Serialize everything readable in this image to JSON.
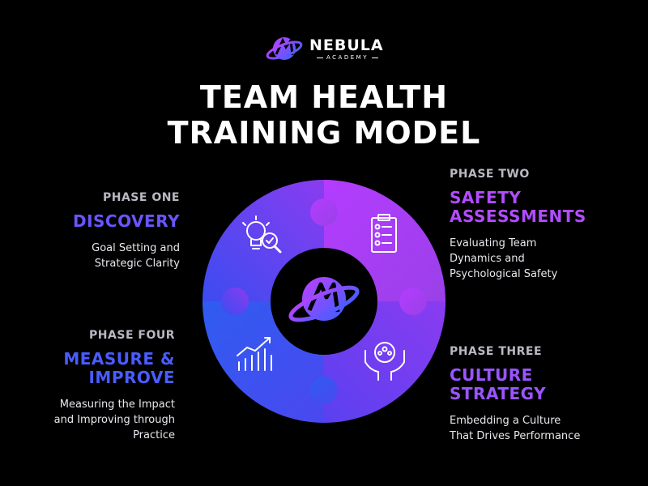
{
  "logo": {
    "name": "NEBULA",
    "sub": "ACADEMY"
  },
  "title": {
    "line1": "TEAM HEALTH",
    "line2": "TRAINING MODEL"
  },
  "phases": [
    {
      "label": "PHASE ONE",
      "name": [
        "DISCOVERY"
      ],
      "desc": [
        "Goal Setting and",
        "Strategic Clarity"
      ],
      "color": "#6b4cff",
      "icon": "brain-search-icon"
    },
    {
      "label": "PHASE TWO",
      "name": [
        "SAFETY",
        "ASSESSMENTS"
      ],
      "desc": [
        "Evaluating Team",
        "Dynamics and",
        "Psychological Safety"
      ],
      "color": "#b84cff",
      "icon": "clipboard-checklist-icon"
    },
    {
      "label": "PHASE THREE",
      "name": [
        "CULTURE",
        "STRATEGY"
      ],
      "desc": [
        "Embedding a Culture",
        "That Drives Performance"
      ],
      "color": "#9b5cff",
      "icon": "team-in-hands-icon"
    },
    {
      "label": "PHASE FOUR",
      "name": [
        "MEASURE &",
        "IMPROVE"
      ],
      "desc": [
        "Measuring the Impact",
        "and Improving through",
        "Practice"
      ],
      "color": "#4a5bff",
      "icon": "growth-chart-icon"
    }
  ],
  "colors": {
    "background": "#000000",
    "q1": "#5b3cf0",
    "q2": "#a83cf0",
    "q3": "#7b3ce0",
    "q4": "#3b5bf0"
  }
}
